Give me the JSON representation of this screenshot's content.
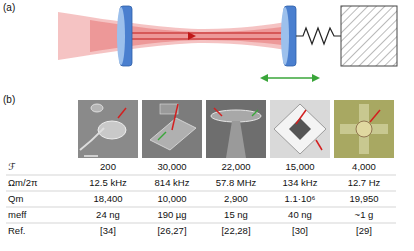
{
  "diagram": {
    "labels": [
      "(a)",
      "(b)",
      "ℱ",
      "200",
      "30,000",
      "22,000",
      "15,000",
      "4,000",
      "Ωm/2π",
      "12.5 kHz",
      "814 kHz",
      "57.8 MHz",
      "134 kHz",
      "12.7 Hz",
      "Qm",
      "18,400",
      "10,000",
      "2,900",
      "1.1·10⁶",
      "19,950",
      "meff",
      "24 ng",
      "190 µg",
      "15 ng",
      "40 ng",
      "~1 g",
      "Ref.",
      "[34]",
      "[26,27]",
      "[22,28]",
      "[30]",
      "[29]"
    ]
  }
}
